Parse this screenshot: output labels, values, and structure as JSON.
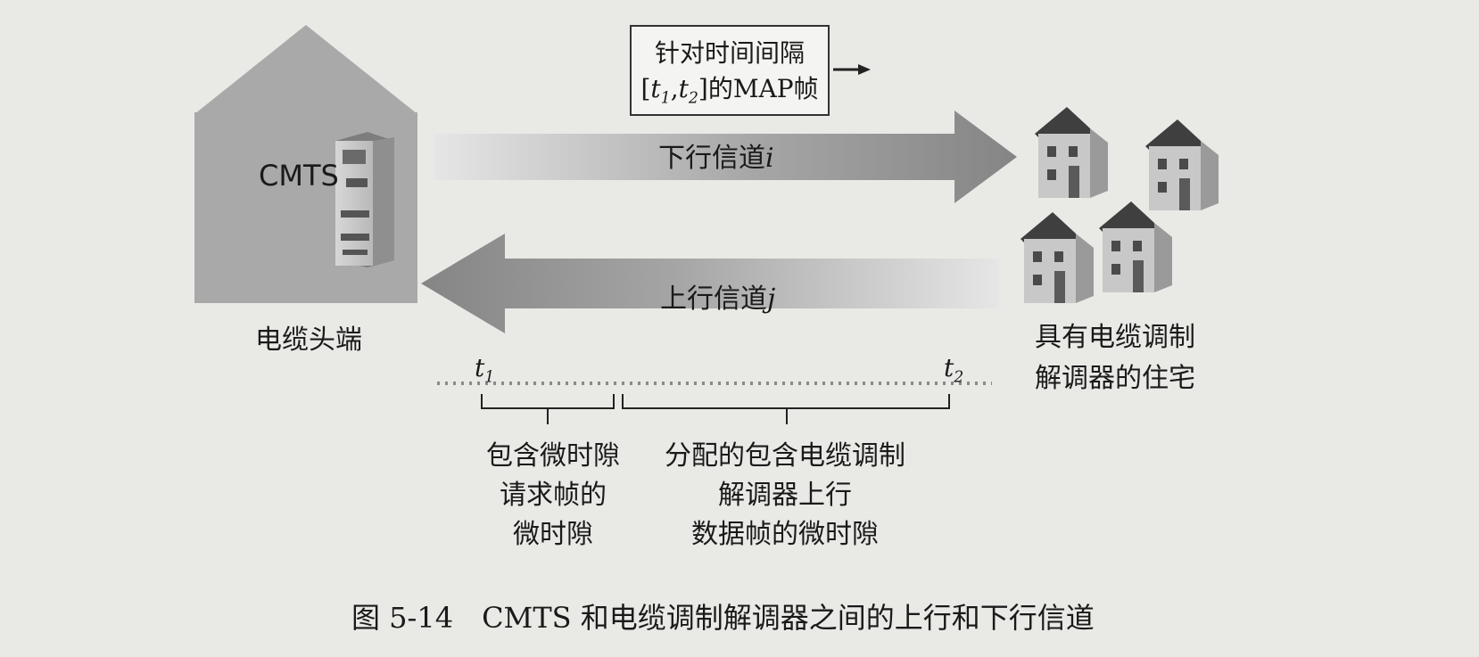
{
  "map_box": {
    "line1": "针对时间间隔",
    "line2_prefix": "[",
    "t1": "t",
    "t1_sub": "1",
    "comma": ",",
    "t2": "t",
    "t2_sub": "2",
    "line2_suffix": "]的MAP帧"
  },
  "labels": {
    "cmts": "CMTS",
    "head_end": "电缆头端",
    "homes_line1": "具有电缆调制",
    "homes_line2": "解调器的住宅",
    "downstream_text": "下行信道",
    "downstream_var": "i",
    "upstream_text": "上行信道",
    "upstream_var": "j",
    "t1": "t",
    "t1_sub": "1",
    "t2": "t",
    "t2_sub": "2"
  },
  "brace_labels": {
    "left": [
      "包含微时隙",
      "请求帧的",
      "微时隙"
    ],
    "right": [
      "分配的包含电缆调制",
      "解调器上行",
      "数据帧的微时隙"
    ]
  },
  "caption": "图 5-14　CMTS 和电缆调制解调器之间的上行和下行信道",
  "colors": {
    "background": "#e9e9e6",
    "building": "#a9a9a9",
    "arrow_dark": "#8a8a8a",
    "arrow_light": "#e6e6e6"
  }
}
